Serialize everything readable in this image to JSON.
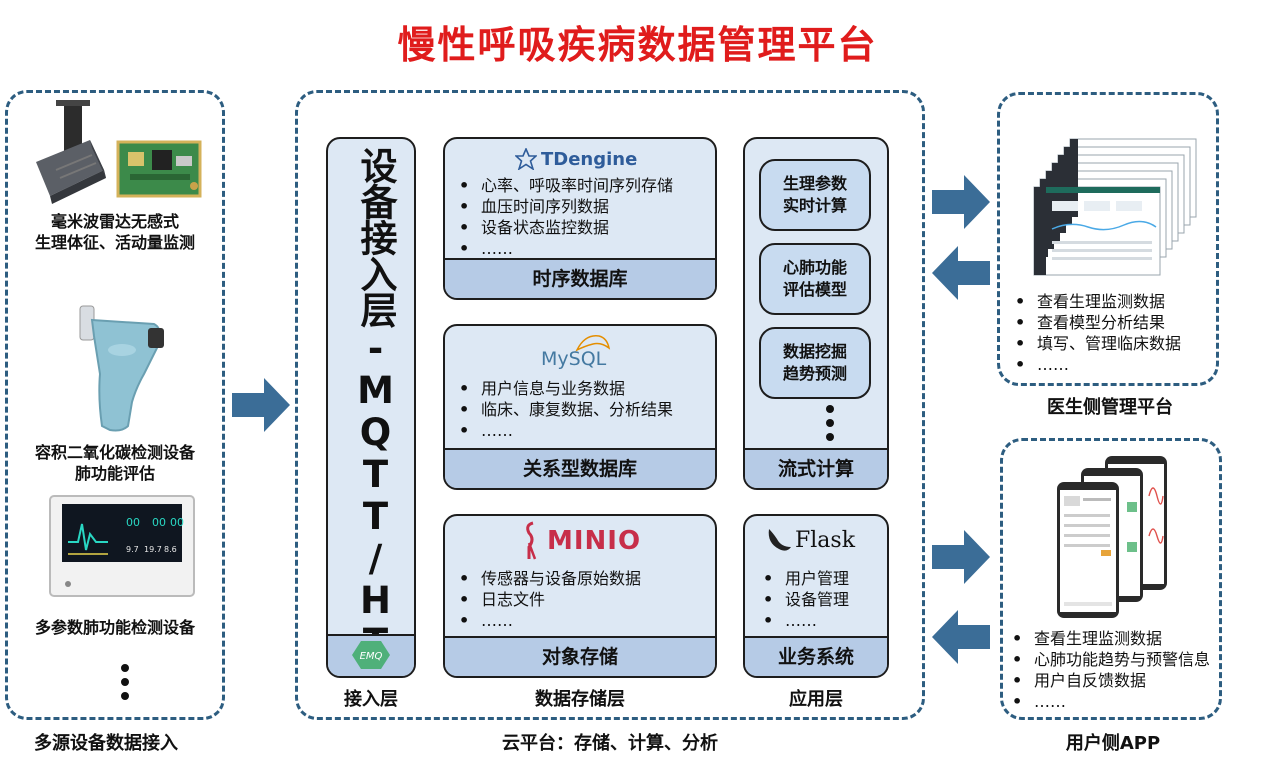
{
  "title": "慢性呼吸疾病数据管理平台",
  "left": {
    "devices": [
      {
        "caption_lines": [
          "毫米波雷达无感式",
          "生理体征、活动量监测"
        ]
      },
      {
        "caption_lines": [
          "容积二氧化碳检测设备",
          "肺功能评估"
        ]
      },
      {
        "caption_lines": [
          "多参数肺功能检测设备"
        ],
        "screen_values": [
          "00",
          "00",
          "00",
          "9.7",
          "19.7",
          "8.6"
        ]
      }
    ],
    "label": "多源设备数据接入"
  },
  "cloud": {
    "label": "云平台：存储、计算、分析",
    "access": {
      "vertical_text": "设备接入层-MQTT/HTTP",
      "logo": "EMQ",
      "label": "接入层"
    },
    "storage": {
      "label": "数据存储层",
      "panels": [
        {
          "logo": "TDengine",
          "items": [
            "心率、呼吸率时间序列存储",
            "血压时间序列数据",
            "设备状态监控数据",
            "……"
          ],
          "footer": "时序数据库"
        },
        {
          "logo": "MySQL",
          "items": [
            "用户信息与业务数据",
            "临床、康复数据、分析结果",
            "……"
          ],
          "footer": "关系型数据库"
        },
        {
          "logo": "MINIO",
          "items": [
            "传感器与设备原始数据",
            "日志文件",
            "……"
          ],
          "footer": "对象存储"
        }
      ]
    },
    "compute": {
      "pills": [
        "生理参数\n实时计算",
        "心肺功能\n评估模型",
        "数据挖掘\n趋势预测"
      ],
      "footer": "流式计算"
    },
    "app": {
      "logo": "Flask",
      "items": [
        "用户管理",
        "设备管理",
        "……"
      ],
      "footer": "业务系统",
      "label": "应用层"
    }
  },
  "doctor": {
    "items": [
      "查看生理监测数据",
      "查看模型分析结果",
      "填写、管理临床数据",
      "……"
    ],
    "label": "医生侧管理平台"
  },
  "user_app": {
    "items": [
      "查看生理监测数据",
      "心肺功能趋势与预警信息",
      "用户自反馈数据",
      "……"
    ],
    "label": "用户侧APP"
  },
  "colors": {
    "title": "#e01c1c",
    "dashed_border": "#2d5d80",
    "arrow": "#3b6d97",
    "panel_bg": "#dde8f4",
    "panel_footer": "#b6cbe6"
  }
}
